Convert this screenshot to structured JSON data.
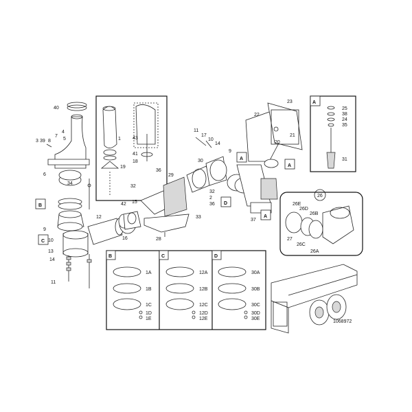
{
  "diagram": {
    "reference_code": "1068972",
    "callouts_main": [
      "40",
      "3",
      "39",
      "8",
      "7",
      "4",
      "5",
      "6",
      "34",
      "9",
      "10",
      "11",
      "12",
      "13",
      "14",
      "42",
      "15",
      "16",
      "1",
      "19",
      "43",
      "41",
      "18",
      "36",
      "32",
      "29",
      "33",
      "28",
      "11",
      "17",
      "10",
      "14",
      "30",
      "9",
      "32",
      "2",
      "36",
      "22",
      "23",
      "20",
      "21",
      "A",
      "A",
      "A",
      "D",
      "37",
      "B",
      "C"
    ],
    "section_A": {
      "letter": "A",
      "items": [
        "25",
        "38",
        "24",
        "35",
        "31"
      ]
    },
    "detail_26": {
      "title": "26",
      "items": [
        "26E",
        "26D",
        "26B",
        "27",
        "26C",
        "26A"
      ]
    },
    "section_B": {
      "letter": "B",
      "items": [
        "1A",
        "1B",
        "1C",
        "1D",
        "1E"
      ]
    },
    "section_C": {
      "letter": "C",
      "items": [
        "12A",
        "12B",
        "12C",
        "12D",
        "12E"
      ]
    },
    "section_D": {
      "letter": "D",
      "items": [
        "30A",
        "30B",
        "30C",
        "30D",
        "30E"
      ]
    }
  }
}
